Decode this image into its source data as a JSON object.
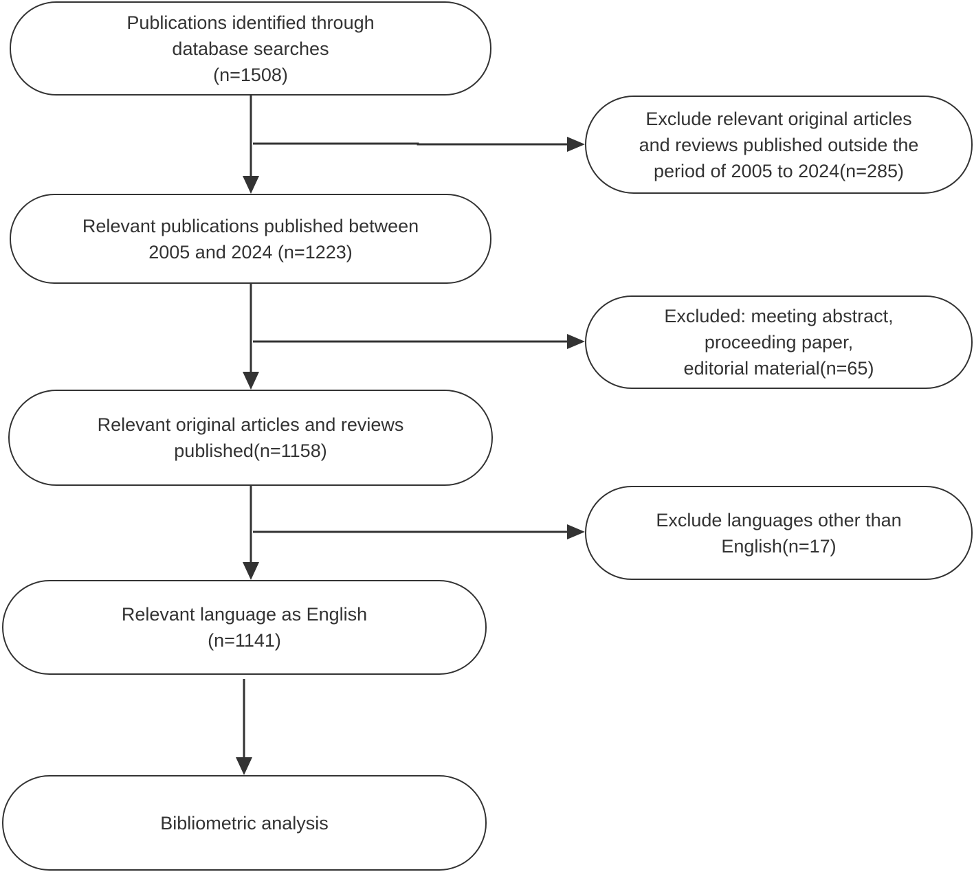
{
  "diagram": {
    "line_color": "#333333",
    "main_flow": [
      {
        "id": "identified",
        "lines": [
          "Publications identified through",
          "database searches",
          "(n=1508)"
        ]
      },
      {
        "id": "period",
        "lines": [
          "Relevant publications published between",
          "2005 and 2024 (n=1223)"
        ]
      },
      {
        "id": "articles",
        "lines": [
          "Relevant original articles and reviews",
          "published(n=1158)"
        ]
      },
      {
        "id": "english",
        "lines": [
          "Relevant language as English",
          "(n=1141)"
        ]
      },
      {
        "id": "analysis",
        "lines": [
          "Bibliometric analysis"
        ]
      }
    ],
    "exclusions": [
      {
        "id": "excl-period",
        "lines": [
          "Exclude relevant original articles",
          "and reviews published outside the",
          "period of 2005 to 2024(n=285)"
        ]
      },
      {
        "id": "excl-type",
        "lines": [
          "Excluded: meeting abstract,",
          "proceeding paper,",
          "editorial material(n=65)"
        ]
      },
      {
        "id": "excl-language",
        "lines": [
          "Exclude languages other than",
          "English(n=17)"
        ]
      }
    ]
  }
}
